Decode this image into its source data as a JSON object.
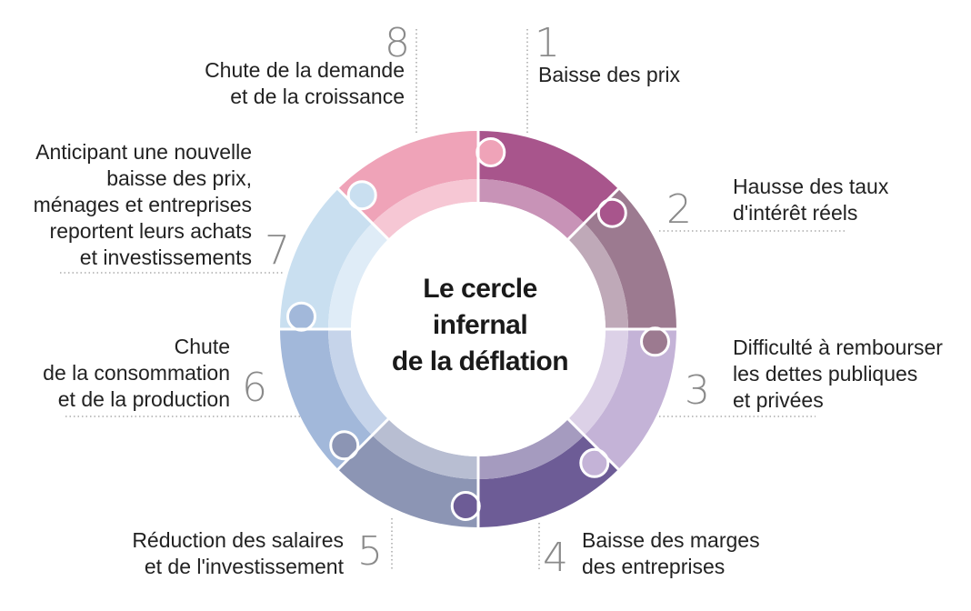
{
  "title": [
    "Le cercle",
    "infernal",
    "de la déflation"
  ],
  "steps": [
    {
      "number": "1",
      "lines": [
        "Baisse des prix"
      ],
      "color": "#a8558c",
      "inner": "#c893b7"
    },
    {
      "number": "2",
      "lines": [
        "Hausse des taux",
        "d'intérêt réels"
      ],
      "color": "#9c7a90",
      "inner": "#bfa9b8"
    },
    {
      "number": "3",
      "lines": [
        "Difficulté à rembourser",
        "les dettes publiques",
        "et privées"
      ],
      "color": "#c4b3d7",
      "inner": "#dcd1e7"
    },
    {
      "number": "4",
      "lines": [
        "Baisse des marges",
        "des entreprises"
      ],
      "color": "#6d5c96",
      "inner": "#a59bbf"
    },
    {
      "number": "5",
      "lines": [
        "Réduction des salaires",
        "et de l'investissement"
      ],
      "color": "#8c95b4",
      "inner": "#b8bed2"
    },
    {
      "number": "6",
      "lines": [
        "Chute",
        "de la consommation",
        "et de la production"
      ],
      "color": "#a2b8da",
      "inner": "#c6d4ea"
    },
    {
      "number": "7",
      "lines": [
        "Anticipant une nouvelle",
        "baisse des prix,",
        "ménages et entreprises",
        "reportent leurs achats",
        "et investissements"
      ],
      "color": "#c9dff0",
      "inner": "#dfecf7"
    },
    {
      "number": "8",
      "lines": [
        "Chute de la demande",
        "et de la croissance"
      ],
      "color": "#efa3b8",
      "inner": "#f6c7d4"
    }
  ]
}
